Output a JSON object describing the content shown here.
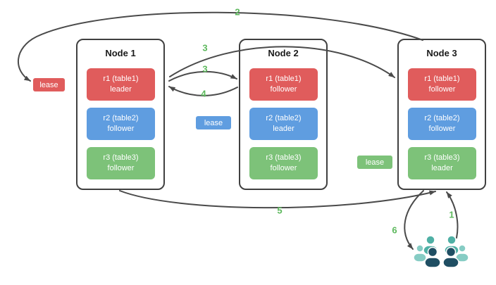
{
  "diagram": {
    "nodes": [
      {
        "title": "Node 1",
        "replicas": [
          {
            "name": "r1 (table1)",
            "role": "leader"
          },
          {
            "name": "r2 (table2)",
            "role": "follower"
          },
          {
            "name": "r3 (table3)",
            "role": "follower"
          }
        ]
      },
      {
        "title": "Node 2",
        "replicas": [
          {
            "name": "r1 (table1)",
            "role": "follower"
          },
          {
            "name": "r2 (table2)",
            "role": "leader"
          },
          {
            "name": "r3 (table3)",
            "role": "follower"
          }
        ]
      },
      {
        "title": "Node 3",
        "replicas": [
          {
            "name": "r1 (table1)",
            "role": "follower"
          },
          {
            "name": "r2 (table2)",
            "role": "follower"
          },
          {
            "name": "r3 (table3)",
            "role": "leader"
          }
        ]
      }
    ],
    "leases": {
      "red": "lease",
      "blue": "lease",
      "green": "lease"
    },
    "steps": {
      "s1": "1",
      "s2": "2",
      "s3a": "3",
      "s3b": "3",
      "s4": "4",
      "s5": "5",
      "s6": "6"
    },
    "colors": {
      "replica_red": "#e05c5c",
      "replica_blue": "#5f9de0",
      "replica_green": "#7dc279",
      "step_label_green": "#5cb85c",
      "arrow_gray": "#4a4a4a",
      "users_teal": "#4fb0a5",
      "users_light_teal": "#86ccc4",
      "users_dark_navy": "#1f4e63"
    }
  }
}
